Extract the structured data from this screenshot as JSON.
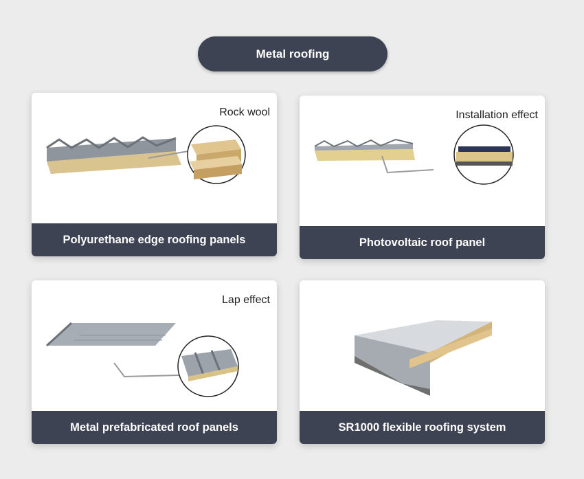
{
  "header": {
    "title": "Metal roofing"
  },
  "cards": [
    {
      "label": "Polyurethane edge roofing panels",
      "callout": "Rock wool"
    },
    {
      "label": "Photovoltaic roof panel",
      "callout": "Installation effect"
    },
    {
      "label": "Metal prefabricated roof panels",
      "callout": "Lap effect"
    },
    {
      "label": "SR1000 flexible roofing system"
    }
  ]
}
